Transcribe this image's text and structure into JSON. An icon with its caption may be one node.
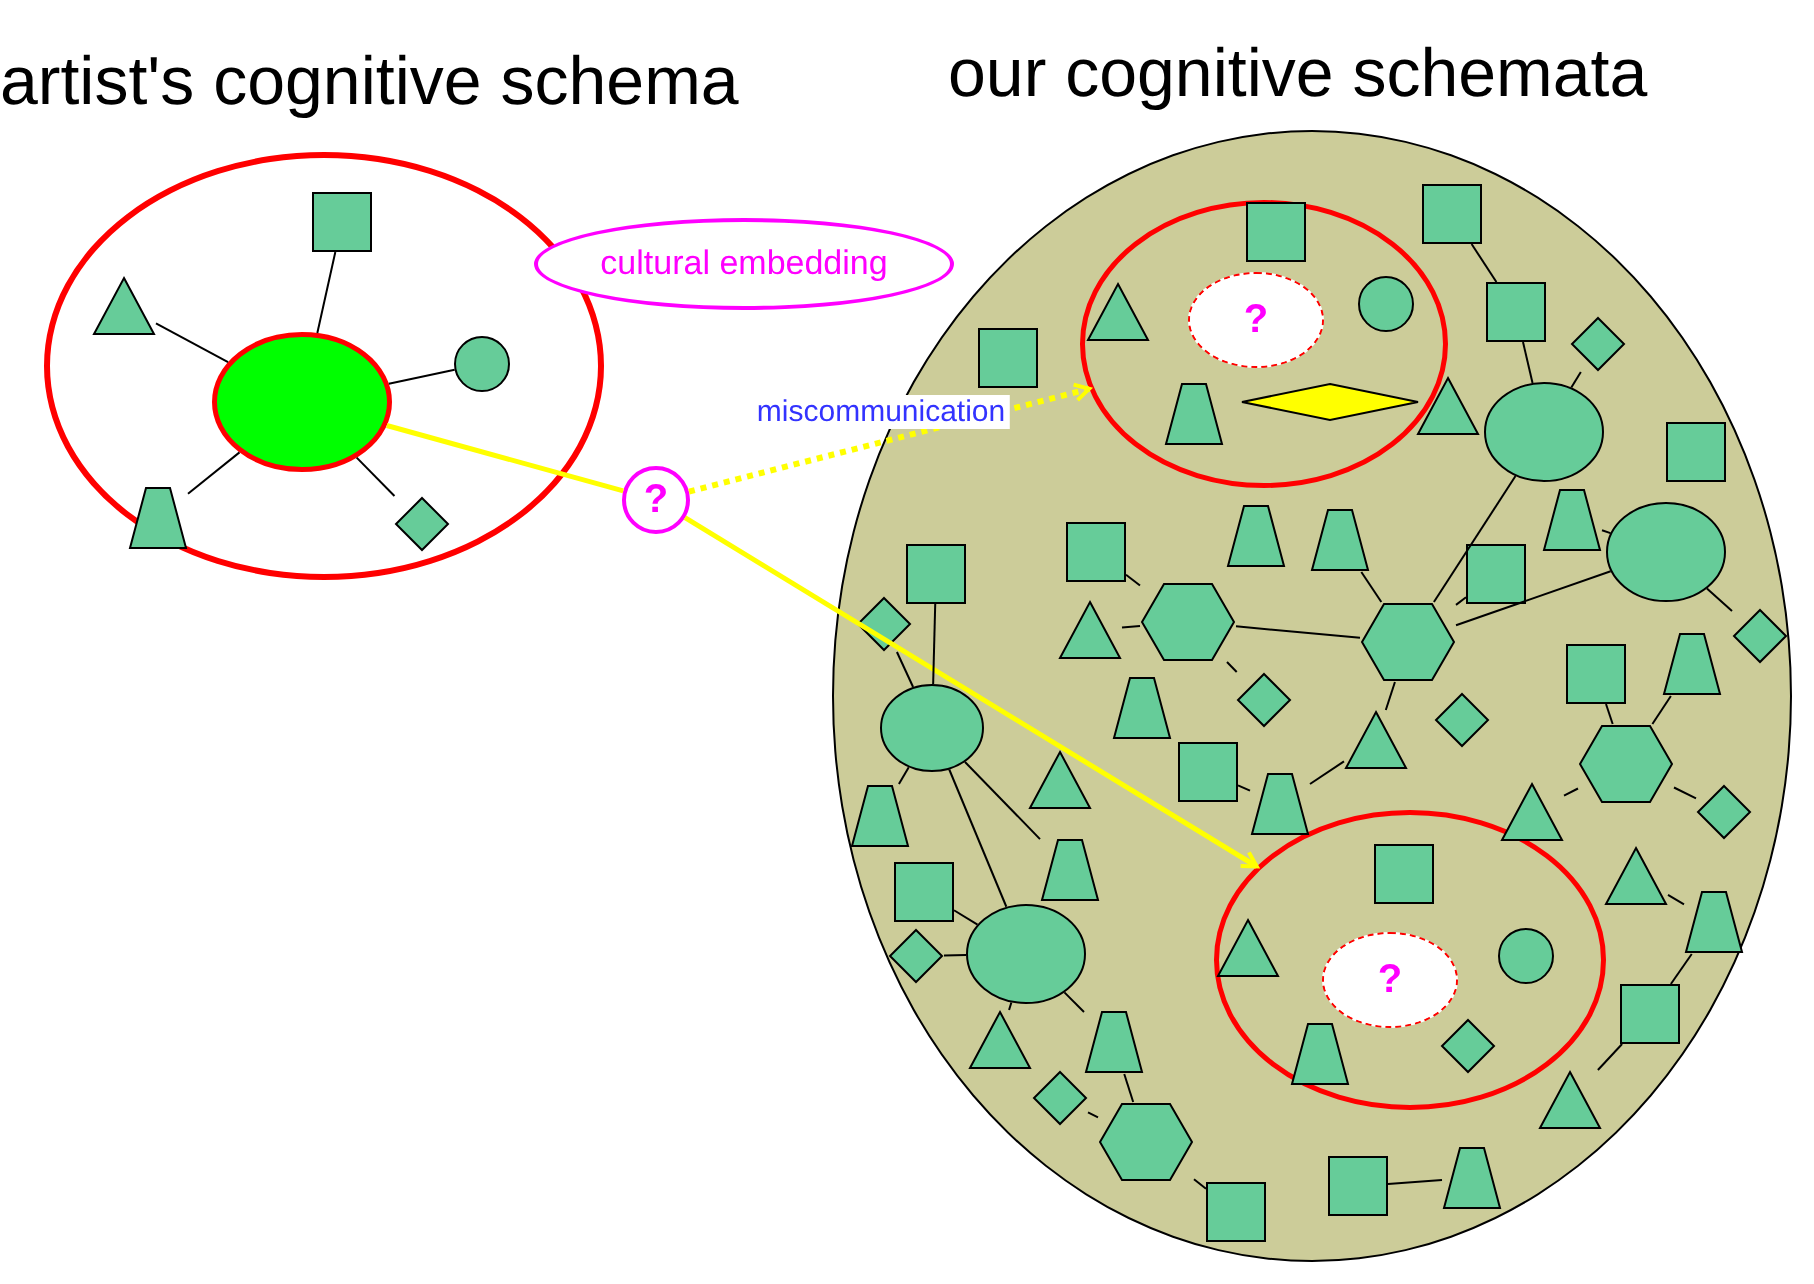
{
  "diagram": {
    "nodes": [
      {
        "text": [
          "artist's cognitive schema"
        ]
      },
      {
        "text": [
          "our cognitive schemata"
        ]
      },
      {
        "text": [],
        "shape": "ellipse",
        "in": 0
      },
      {
        "text": [],
        "shape": "square",
        "in": 0
      },
      {
        "text": [],
        "shape": "triangle",
        "in": 0
      },
      {
        "text": [],
        "shape": "circle",
        "in": 0
      },
      {
        "text": [],
        "shape": "trapezoid",
        "in": 0
      },
      {
        "text": [],
        "shape": "diamond",
        "in": 0
      },
      {
        "text": [
          "cultural embedding"
        ]
      },
      {
        "text": [
          "?"
        ]
      },
      {
        "text": [],
        "shape": "circle",
        "in": 1
      },
      {
        "text": [
          "?"
        ],
        "in": 10
      },
      {
        "text": [],
        "shape": "square",
        "in": 10
      },
      {
        "text": [],
        "shape": "circle",
        "in": 10
      },
      {
        "text": [],
        "shape": "triangle",
        "in": 10
      },
      {
        "text": [],
        "shape": "trapezoid",
        "in": 10
      },
      {
        "text": [],
        "shape": "diamond",
        "in": 10
      },
      {
        "text": [],
        "shape": "circle",
        "in": 1
      },
      {
        "text": [
          "?"
        ],
        "in": 17
      },
      {
        "text": [],
        "shape": "square",
        "in": 17
      },
      {
        "text": [],
        "shape": "circle",
        "in": 17
      },
      {
        "text": [],
        "shape": "triangle",
        "in": 17
      },
      {
        "text": [],
        "shape": "trapezoid",
        "in": 17
      },
      {
        "text": [],
        "shape": "diamond",
        "in": 17
      },
      {
        "text": [],
        "shape": "square",
        "in": 1
      },
      {
        "text": [],
        "shape": "square",
        "in": 1
      },
      {
        "text": [],
        "shape": "diamond",
        "in": 1
      },
      {
        "text": [],
        "shape": "square",
        "in": 1
      },
      {
        "text": [],
        "shape": "triangle",
        "in": 1
      },
      {
        "text": [],
        "shape": "ellipse",
        "in": 1
      },
      {
        "text": [],
        "shape": "square",
        "in": 1
      },
      {
        "text": [],
        "shape": "trapezoid",
        "in": 1
      },
      {
        "text": [],
        "shape": "trapezoid",
        "in": 1
      },
      {
        "text": [],
        "shape": "ellipse",
        "in": 1
      },
      {
        "text": [],
        "shape": "square",
        "in": 1
      },
      {
        "text": [],
        "shape": "trapezoid",
        "in": 1
      },
      {
        "text": [],
        "shape": "square",
        "in": 1
      },
      {
        "text": [],
        "shape": "square",
        "in": 1
      },
      {
        "text": [],
        "shape": "diamond",
        "in": 1
      },
      {
        "text": [],
        "shape": "hexagon",
        "in": 1
      },
      {
        "text": [],
        "shape": "triangle",
        "in": 1
      },
      {
        "text": [],
        "shape": "hexagon",
        "in": 1
      },
      {
        "text": [],
        "shape": "diamond",
        "in": 1
      },
      {
        "text": [],
        "shape": "square",
        "in": 1
      },
      {
        "text": [],
        "shape": "ellipse",
        "in": 1
      },
      {
        "text": [],
        "shape": "trapezoid",
        "in": 1
      },
      {
        "text": [],
        "shape": "diamond",
        "in": 1
      },
      {
        "text": [],
        "shape": "trapezoid",
        "in": 1
      },
      {
        "text": [],
        "shape": "triangle",
        "in": 1
      },
      {
        "text": [],
        "shape": "diamond",
        "in": 1
      },
      {
        "text": [],
        "shape": "triangle",
        "in": 1
      },
      {
        "text": [],
        "shape": "hexagon",
        "in": 1
      },
      {
        "text": [],
        "shape": "trapezoid",
        "in": 1
      },
      {
        "text": [],
        "shape": "trapezoid",
        "in": 1
      },
      {
        "text": [],
        "shape": "triangle",
        "in": 1
      },
      {
        "text": [],
        "shape": "diamond",
        "in": 1
      },
      {
        "text": [],
        "shape": "square",
        "in": 1
      },
      {
        "text": [],
        "shape": "square",
        "in": 1
      },
      {
        "text": [],
        "shape": "trapezoid",
        "in": 1
      },
      {
        "text": [],
        "shape": "triangle",
        "in": 1
      },
      {
        "text": [],
        "shape": "trapezoid",
        "in": 1
      },
      {
        "text": [],
        "shape": "diamond",
        "in": 1
      },
      {
        "text": [],
        "shape": "ellipse",
        "in": 1
      },
      {
        "text": [],
        "shape": "square",
        "in": 1
      },
      {
        "text": [],
        "shape": "triangle",
        "in": 1
      },
      {
        "text": [],
        "shape": "trapezoid",
        "in": 1
      },
      {
        "text": [],
        "shape": "diamond",
        "in": 1
      },
      {
        "text": [],
        "shape": "triangle",
        "in": 1
      },
      {
        "text": [],
        "shape": "hexagon",
        "in": 1
      },
      {
        "text": [],
        "shape": "trapezoid",
        "in": 1
      },
      {
        "text": [],
        "shape": "square",
        "in": 1
      },
      {
        "text": [],
        "shape": "square",
        "in": 1
      }
    ],
    "edges": [
      {
        "from": 2,
        "to": 3,
        "arrow": "none"
      },
      {
        "from": 2,
        "to": 4,
        "arrow": "none"
      },
      {
        "from": 2,
        "to": 5,
        "arrow": "none"
      },
      {
        "from": 2,
        "to": 6,
        "arrow": "none"
      },
      {
        "from": 2,
        "to": 7,
        "arrow": "none"
      },
      {
        "from": 2,
        "to": 9,
        "arrow": "none",
        "color": "#ffff00",
        "style": "thick"
      },
      {
        "from": 9,
        "to": 10,
        "arrow": "to",
        "label": "miscommunication",
        "color": "#ffff00",
        "style": "dashed"
      },
      {
        "from": 9,
        "to": 17,
        "arrow": "to",
        "color": "#ffff00",
        "style": "thick"
      },
      {
        "from": 24,
        "to": 25,
        "arrow": "none"
      },
      {
        "from": 25,
        "to": 29,
        "arrow": "none"
      },
      {
        "from": 26,
        "to": 29,
        "arrow": "none"
      },
      {
        "from": 29,
        "to": 41,
        "arrow": "none"
      },
      {
        "from": 33,
        "to": 38,
        "arrow": "none"
      },
      {
        "from": 33,
        "to": 41,
        "arrow": "none"
      },
      {
        "from": 41,
        "to": 35,
        "arrow": "none"
      },
      {
        "from": 41,
        "to": 39,
        "arrow": "none"
      },
      {
        "from": 41,
        "to": 37,
        "arrow": "none"
      },
      {
        "from": 39,
        "to": 34,
        "arrow": "none"
      },
      {
        "from": 39,
        "to": 40,
        "arrow": "none"
      },
      {
        "from": 39,
        "to": 46,
        "arrow": "none"
      },
      {
        "from": 44,
        "to": 36,
        "arrow": "none"
      },
      {
        "from": 44,
        "to": 42,
        "arrow": "none"
      },
      {
        "from": 44,
        "to": 52,
        "arrow": "none"
      },
      {
        "from": 44,
        "to": 58,
        "arrow": "none"
      },
      {
        "from": 44,
        "to": 62,
        "arrow": "none"
      },
      {
        "from": 62,
        "to": 57,
        "arrow": "none"
      },
      {
        "from": 62,
        "to": 61,
        "arrow": "none"
      },
      {
        "from": 62,
        "to": 64,
        "arrow": "none"
      },
      {
        "from": 62,
        "to": 65,
        "arrow": "none"
      },
      {
        "from": 66,
        "to": 68,
        "arrow": "none"
      },
      {
        "from": 65,
        "to": 68,
        "arrow": "none"
      },
      {
        "from": 53,
        "to": 56,
        "arrow": "none"
      },
      {
        "from": 43,
        "to": 51,
        "arrow": "none"
      },
      {
        "from": 51,
        "to": 54,
        "arrow": "none"
      },
      {
        "from": 51,
        "to": 55,
        "arrow": "none"
      },
      {
        "from": 51,
        "to": 45,
        "arrow": "none"
      },
      {
        "from": 59,
        "to": 60,
        "arrow": "none"
      },
      {
        "from": 60,
        "to": 63,
        "arrow": "none"
      },
      {
        "from": 63,
        "to": 67,
        "arrow": "none"
      },
      {
        "from": 69,
        "to": 70,
        "arrow": "none"
      },
      {
        "from": 71,
        "to": 68,
        "arrow": "none"
      },
      {
        "from": 48,
        "to": 41,
        "arrow": "none"
      },
      {
        "from": 48,
        "to": 53,
        "arrow": "none"
      },
      {
        "from": 33,
        "to": 31,
        "arrow": "none"
      }
    ]
  }
}
